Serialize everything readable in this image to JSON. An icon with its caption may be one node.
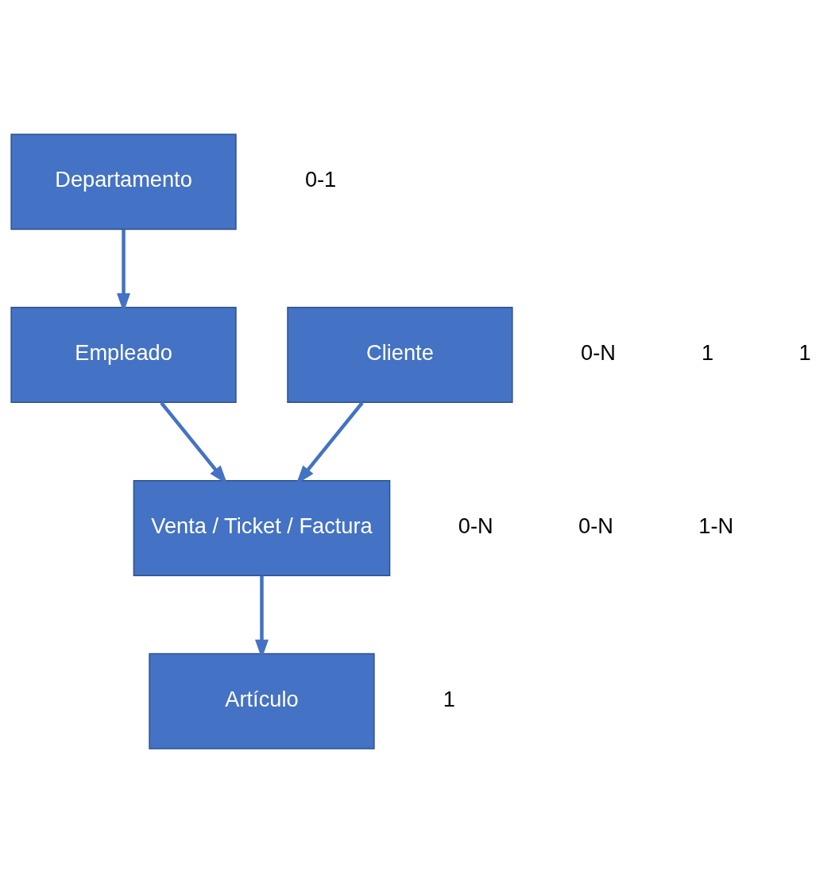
{
  "diagram": {
    "nodes": [
      {
        "text": [
          "Departamento"
        ]
      },
      {
        "text": [
          "Empleado"
        ]
      },
      {
        "text": [
          "Cliente"
        ]
      },
      {
        "text": [
          "Venta / Ticket / Factura"
        ]
      },
      {
        "text": [
          "Artículo"
        ]
      }
    ],
    "edges": [
      {
        "from": 0,
        "to": 1,
        "arrow": "to"
      },
      {
        "from": 1,
        "to": 3,
        "arrow": "to"
      },
      {
        "from": 2,
        "to": 3,
        "arrow": "to"
      },
      {
        "from": 3,
        "to": 4,
        "arrow": "to"
      }
    ],
    "labels": [
      "0-1",
      "0-N",
      "1",
      "1",
      "0-N",
      "0-N",
      "1-N",
      "1"
    ]
  }
}
